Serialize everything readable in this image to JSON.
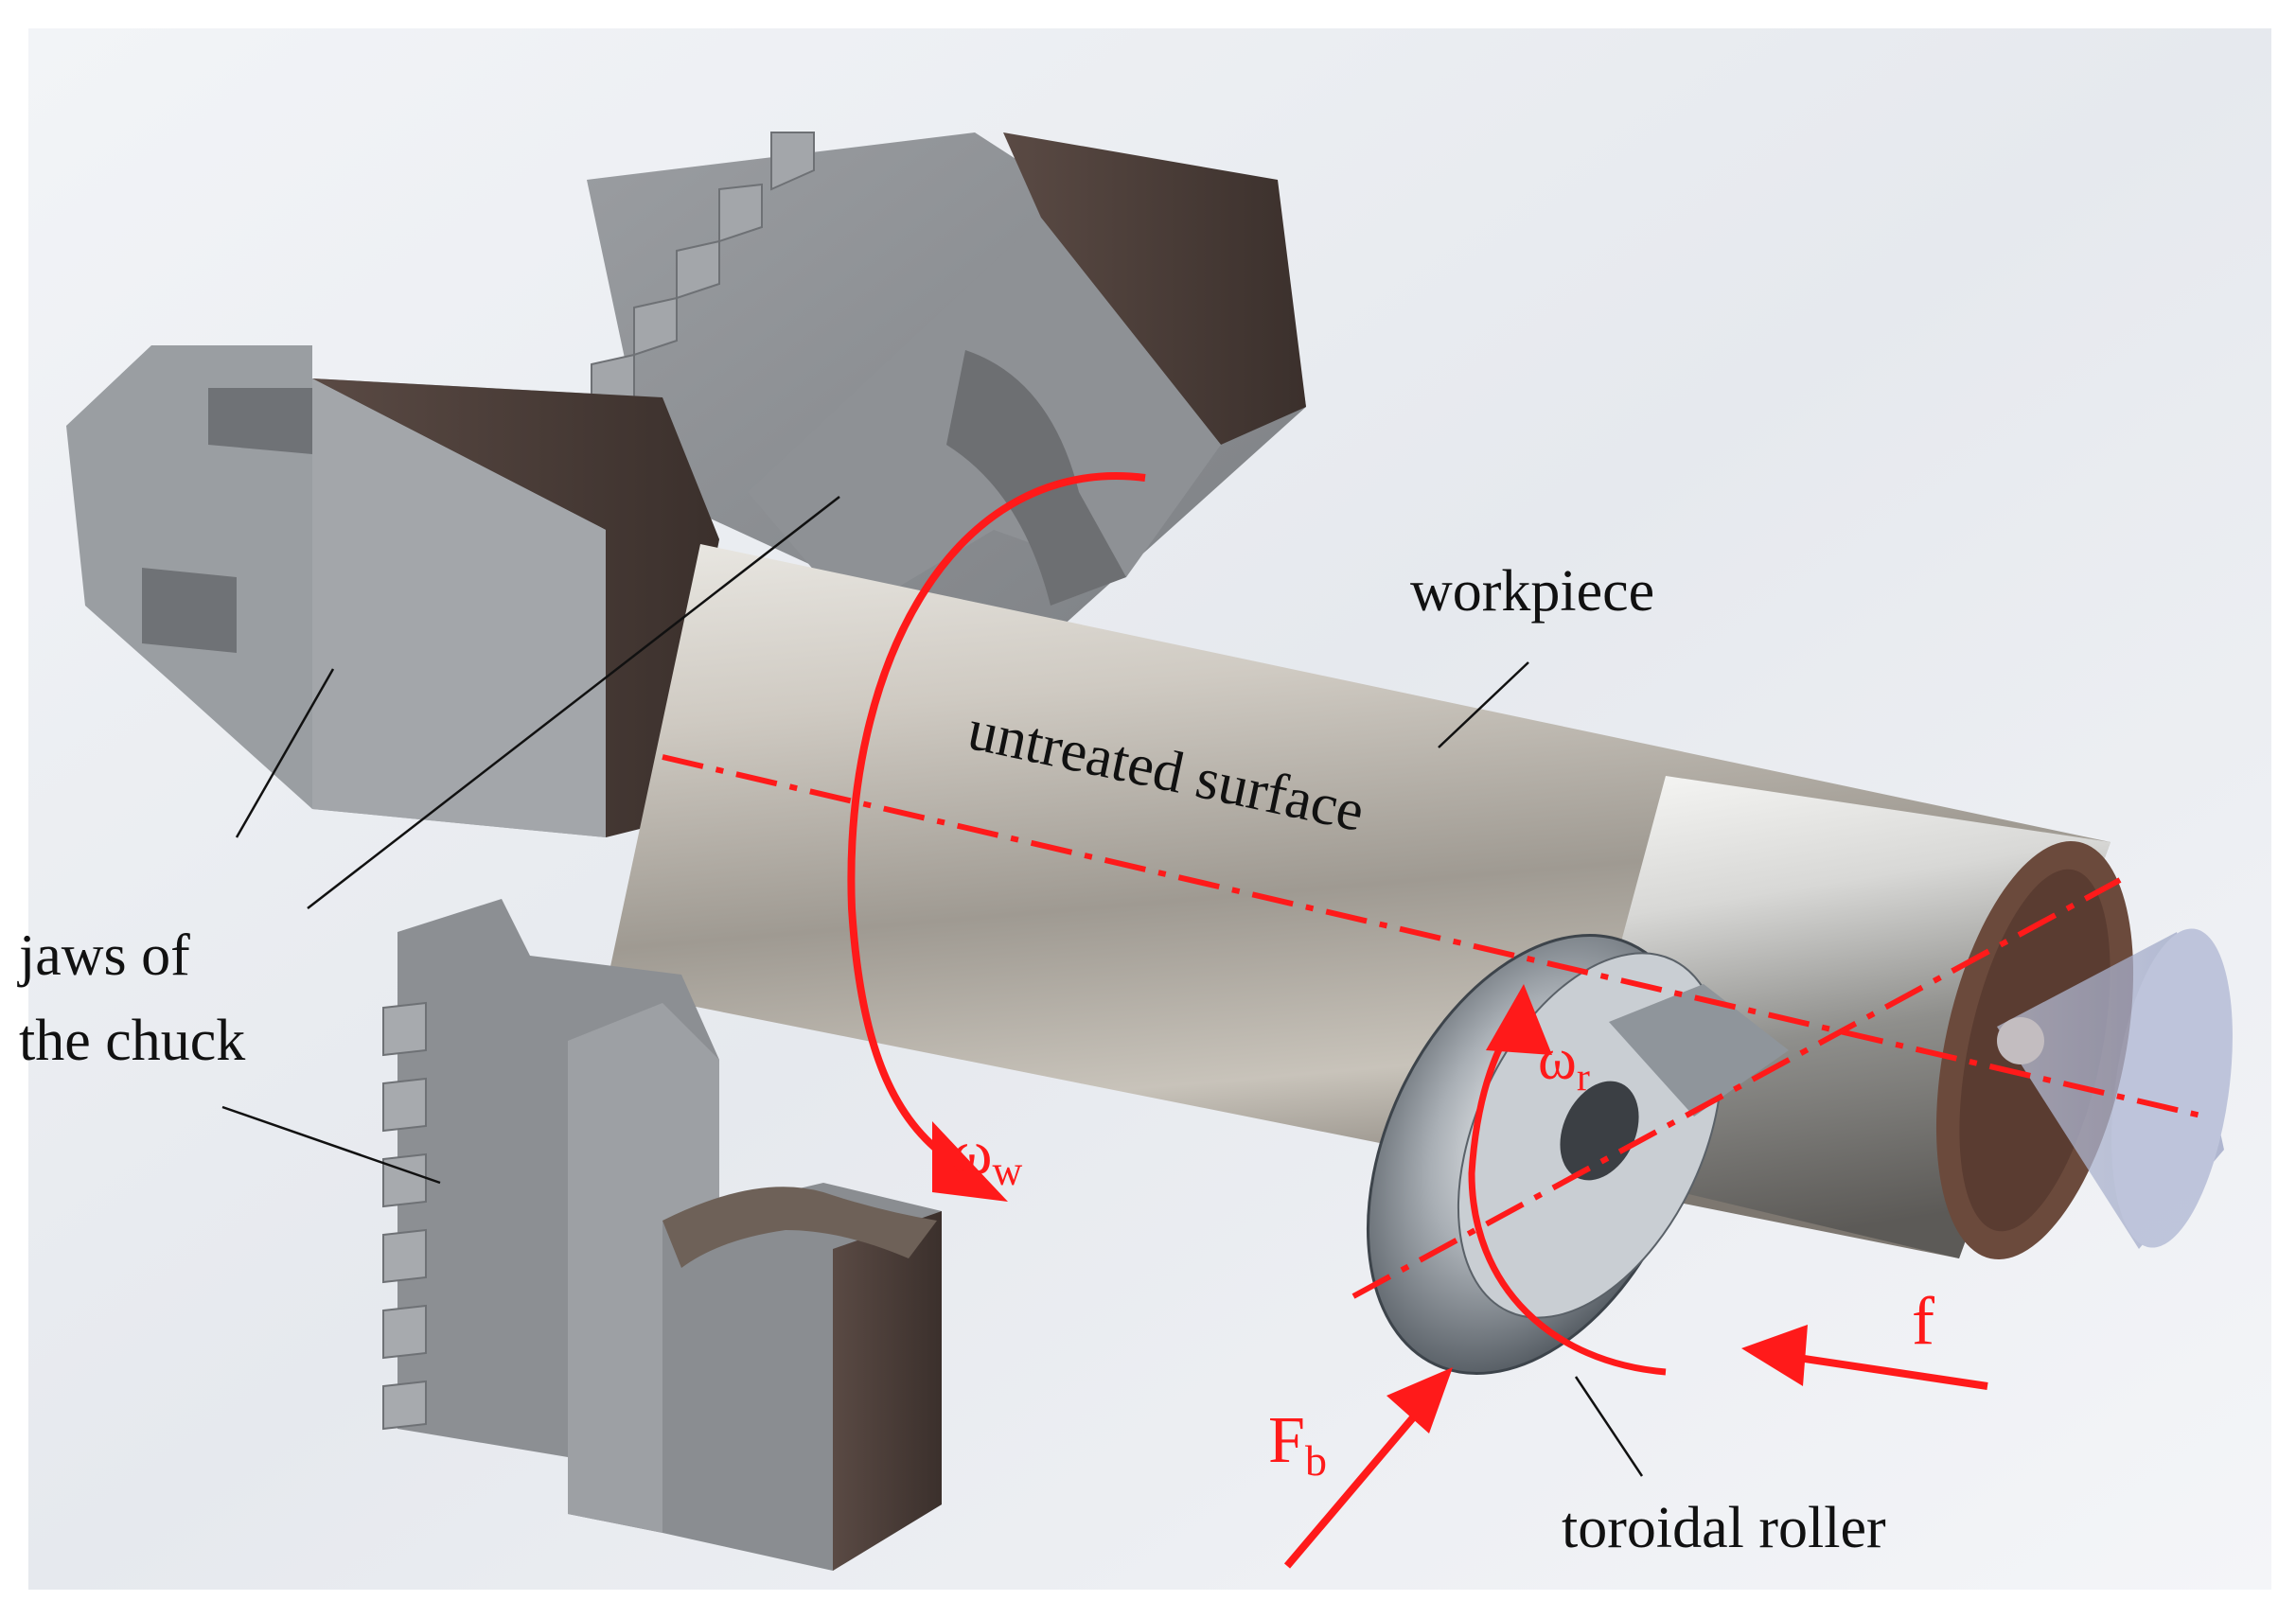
{
  "labels": {
    "workpiece": "workpiece",
    "untreated_surface": "untreated surface",
    "jaws_line1": "jaws of",
    "jaws_line2": "the chuck",
    "toroidal_roller": "toroidal roller"
  },
  "symbols": {
    "omega_w_base": "ω",
    "omega_w_sub": "w",
    "omega_r_base": "ω",
    "omega_r_sub": "r",
    "force_base": "F",
    "force_sub": "b",
    "feed": "f"
  },
  "colors": {
    "annotation": "#ff1a1a",
    "steel_face": "#8a8d90",
    "steel_shadow": "#4a3c36",
    "workpiece": "#b7b5b0",
    "text": "#111111"
  }
}
